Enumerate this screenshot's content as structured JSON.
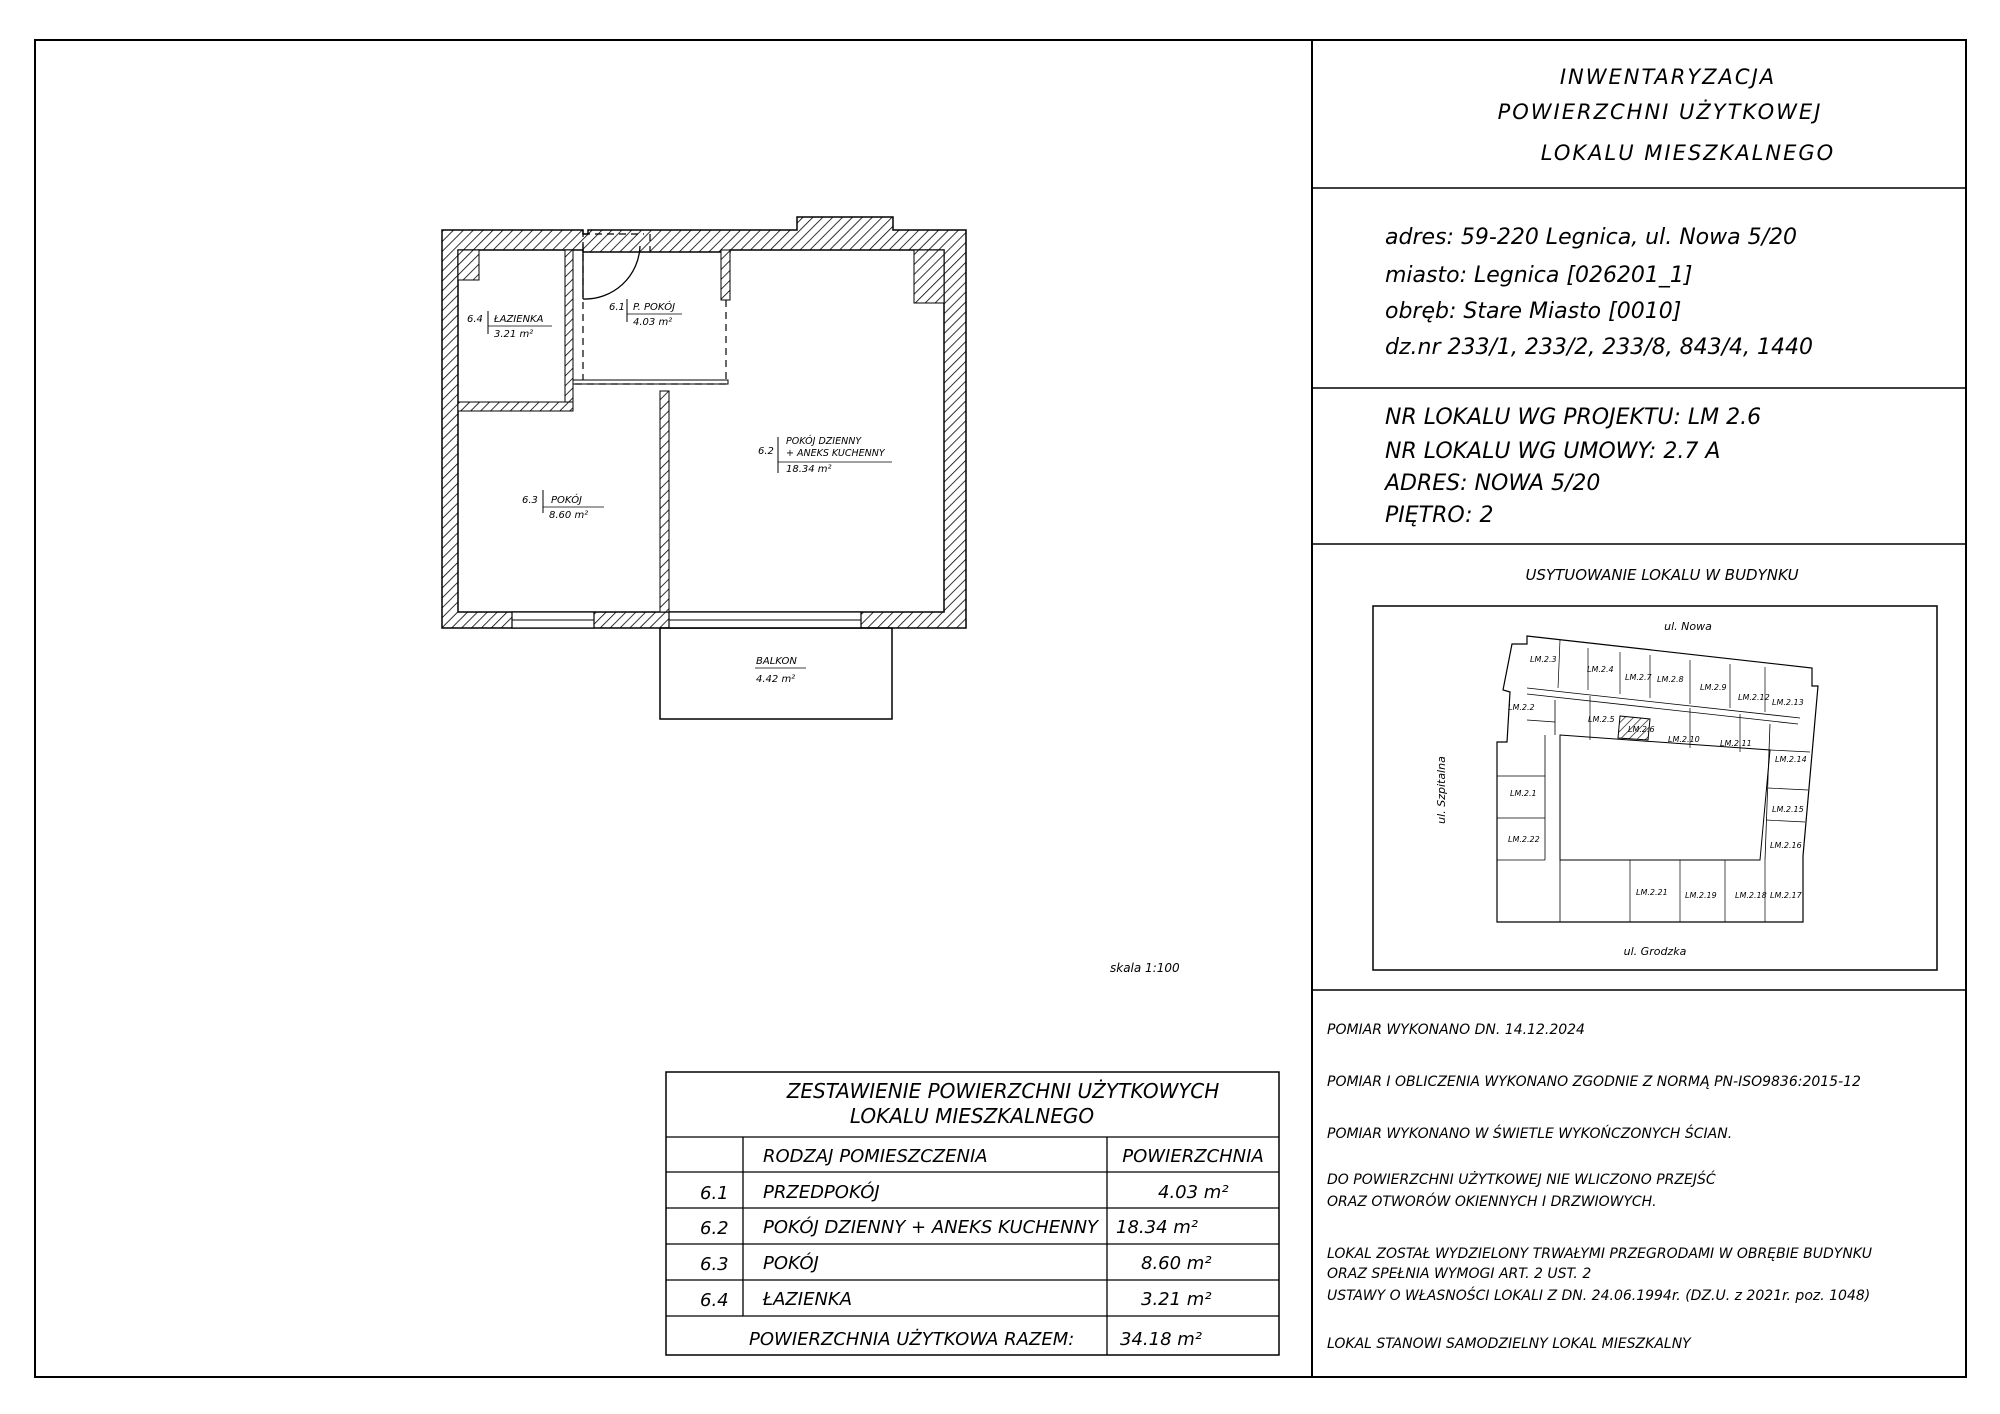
{
  "title_block": {
    "heading": [
      "INWENTARYZACJA",
      "POWIERZCHNI UŻYTKOWEJ",
      "LOKALU MIESZKALNEGO"
    ],
    "address": {
      "adres": "adres: 59-220  Legnica, ul. Nowa  5/20",
      "miasto": "miasto: Legnica  [026201_1]",
      "obreb": "obręb: Stare  Miasto  [0010]",
      "dzialki": "dz.nr  233/1, 233/2, 233/8, 843/4, 1440"
    },
    "unit_info": {
      "nr_projekt": "NR  LOKALU  WG  PROJEKTU: LM  2.6",
      "nr_umowa": "NR  LOKALU  WG  UMOWY: 2.7  A",
      "adres": "ADRES: NOWA  5/20",
      "pietro": "PIĘTRO: 2"
    },
    "location_title": "USYTUOWANIE  LOKALU  W  BUDYNKU",
    "notes": [
      [
        "POMIAR  WYKONANO  DN. 14.12.2024"
      ],
      [
        "POMIAR  I OBLICZENIA  WYKONANO  ZGODNIE  Z  NORMĄ  PN-ISO9836:2015-12"
      ],
      [
        "POMIAR  WYKONANO  W  ŚWIETLE  WYKOŃCZONYCH  ŚCIAN."
      ],
      [
        "DO  POWIERZCHNI UŻYTKOWEJ  NIE  WLICZONO  PRZEJŚĆ",
        "ORAZ  OTWORÓW  OKIENNYCH  I DRZWIOWYCH."
      ],
      [
        "LOKAL  ZOSTAŁ  WYDZIELONY  TRWAŁYMI PRZEGRODAMI W  OBRĘBIE  BUDYNKU",
        "ORAZ  SPEŁNIA  WYMOGI ART. 2  UST. 2",
        "USTAWY  O  WŁASNOŚCI LOKALI Z  DN. 24.06.1994r. (DZ.U. z  2021r. poz. 1048)"
      ],
      [
        "LOKAL  STANOWI SAMODZIELNY  LOKAL  MIESZKALNY"
      ]
    ]
  },
  "floor_plan": {
    "scale": "skala 1:100",
    "rooms": [
      {
        "nr": "6.4",
        "name": "ŁAZIENKA",
        "area": "3.21 m²"
      },
      {
        "nr": "6.1",
        "name": "P. POKÓJ",
        "area": "4.03 m²"
      },
      {
        "nr": "6.2",
        "name": [
          "POKÓJ  DZIENNY",
          "+ ANEKS  KUCHENNY"
        ],
        "area": "18.34  m²"
      },
      {
        "nr": "6.3",
        "name": "POKÓJ",
        "area": "8.60 m²"
      },
      {
        "nr": "",
        "name": "BALKON",
        "area": "4.42  m²"
      }
    ]
  },
  "site_plan": {
    "streets": {
      "top": "ul. Nowa",
      "left": "ul. Szpitalna",
      "bottom": "ul. Grodzka"
    },
    "units": [
      "LM.2.3",
      "LM.2.4",
      "LM.2.7",
      "LM.2.8",
      "LM.2.9",
      "LM.2.12",
      "LM.2.13",
      "LM.2.2",
      "LM.2.5",
      "LM.2.6",
      "LM.2.10",
      "LM.2.11",
      "LM.2.14",
      "LM.2.1",
      "LM.2.15",
      "LM.2.22",
      "LM.2.16",
      "LM.2.21",
      "LM.2.19",
      "LM.2.18",
      "LM.2.17"
    ],
    "highlighted_unit": "LM.2.6"
  },
  "area_table": {
    "title": [
      "ZESTAWIENIE  POWIERZCHNI UŻYTKOWYCH",
      "LOKALU  MIESZKALNEGO"
    ],
    "headers": {
      "type": "RODZAJ  POMIESZCZENIA",
      "area": "POWIERZCHNIA"
    },
    "rows": [
      {
        "nr": "6.1",
        "name": "PRZEDPOKÓJ",
        "area": "4.03 m²"
      },
      {
        "nr": "6.2",
        "name": "POKÓJ  DZIENNY  + ANEKS  KUCHENNY",
        "area": "18.34  m²"
      },
      {
        "nr": "6.3",
        "name": "POKÓJ",
        "area": "8.60  m²"
      },
      {
        "nr": "6.4",
        "name": "ŁAZIENKA",
        "area": "3.21  m²"
      }
    ],
    "total_label": "POWIERZCHNIA  UŻYTKOWA  RAZEM:",
    "total_value": "34.18  m²"
  }
}
